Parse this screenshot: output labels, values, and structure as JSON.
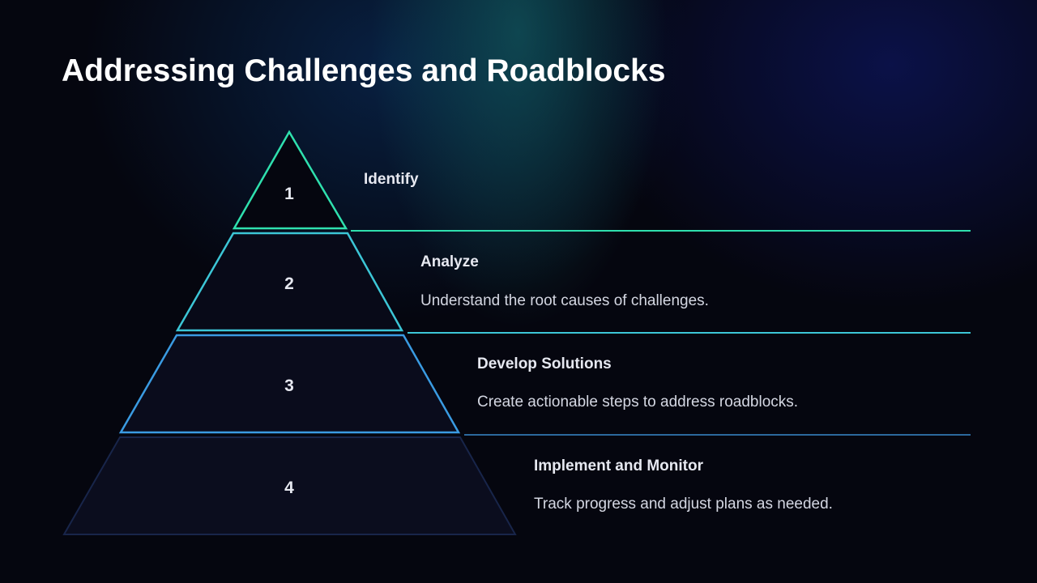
{
  "title": "Addressing Challenges and Roadblocks",
  "colors": {
    "level1": "#2fe0ae",
    "level2": "#3cc6d6",
    "level3": "#3a9be2",
    "level4": "#18254a"
  },
  "levels": [
    {
      "number": "1",
      "heading": "Identify",
      "description": ""
    },
    {
      "number": "2",
      "heading": "Analyze",
      "description": "Understand the root causes of challenges."
    },
    {
      "number": "3",
      "heading": "Develop Solutions",
      "description": "Create actionable steps to address roadblocks."
    },
    {
      "number": "4",
      "heading": "Implement and Monitor",
      "description": "Track progress and adjust plans as needed."
    }
  ]
}
